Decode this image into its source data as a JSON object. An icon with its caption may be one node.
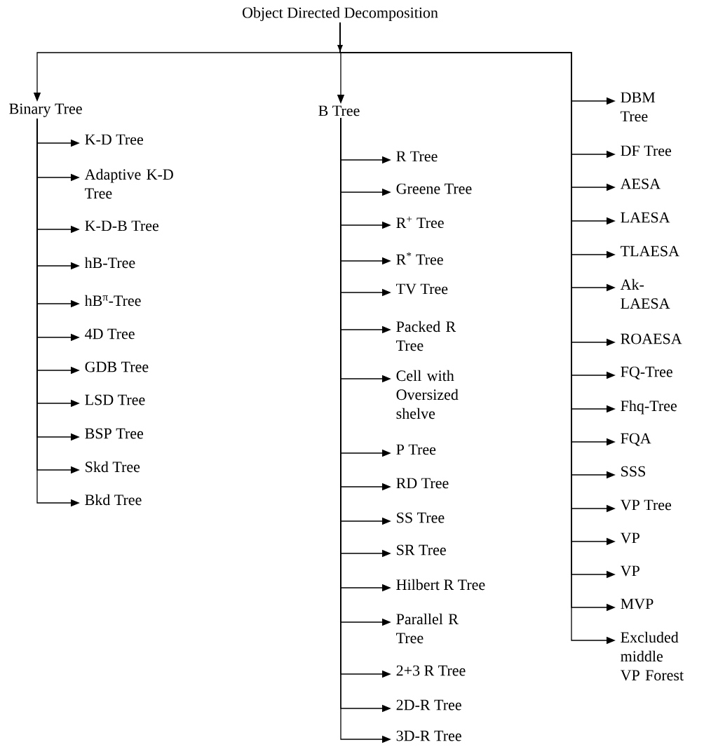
{
  "diagram": {
    "nodes": [
      {
        "text": [
          "Object Directed Decomposition"
        ]
      },
      {
        "text": [
          "Binary Tree"
        ]
      },
      {
        "text": [
          "B Tree"
        ]
      },
      {
        "text": [
          "K-D Tree"
        ]
      },
      {
        "text": [
          "Adaptive K-D Tree"
        ]
      },
      {
        "text": [
          "K-D-B Tree"
        ]
      },
      {
        "text": [
          "hB-Tree"
        ]
      },
      {
        "text": [
          "hB$^{π}$-Tree"
        ]
      },
      {
        "text": [
          "4D Tree"
        ]
      },
      {
        "text": [
          "GDB Tree"
        ]
      },
      {
        "text": [
          "LSD Tree"
        ]
      },
      {
        "text": [
          "BSP Tree"
        ]
      },
      {
        "text": [
          "Skd Tree"
        ]
      },
      {
        "text": [
          "Bkd Tree"
        ]
      },
      {
        "text": [
          "R Tree"
        ]
      },
      {
        "text": [
          "Greene Tree"
        ]
      },
      {
        "text": [
          "R$^{+}$ Tree"
        ]
      },
      {
        "text": [
          "R$^{*}$ Tree"
        ]
      },
      {
        "text": [
          "TV Tree"
        ]
      },
      {
        "text": [
          "Packed R Tree"
        ]
      },
      {
        "text": [
          "Cell with Oversized shelve"
        ]
      },
      {
        "text": [
          "P Tree"
        ]
      },
      {
        "text": [
          "RD Tree"
        ]
      },
      {
        "text": [
          "SS Tree"
        ]
      },
      {
        "text": [
          "SR Tree"
        ]
      },
      {
        "text": [
          "Hilbert R Tree"
        ]
      },
      {
        "text": [
          "Parallel R Tree"
        ]
      },
      {
        "text": [
          "2+3 R Tree"
        ]
      },
      {
        "text": [
          "2D-R Tree"
        ]
      },
      {
        "text": [
          "3D-R Tree"
        ]
      },
      {
        "text": [
          "DBM Tree"
        ]
      },
      {
        "text": [
          "DF Tree"
        ]
      },
      {
        "text": [
          "AESA"
        ]
      },
      {
        "text": [
          "LAESA"
        ]
      },
      {
        "text": [
          "TLAESA"
        ]
      },
      {
        "text": [
          "Ak- LAESA"
        ]
      },
      {
        "text": [
          "ROAESA"
        ]
      },
      {
        "text": [
          "FQ-Tree"
        ]
      },
      {
        "text": [
          "Fhq-Tree"
        ]
      },
      {
        "text": [
          "FQA"
        ]
      },
      {
        "text": [
          "SSS"
        ]
      },
      {
        "text": [
          "VP Tree"
        ]
      },
      {
        "text": [
          "VP"
        ]
      },
      {
        "text": [
          "VP"
        ]
      },
      {
        "text": [
          "MVP"
        ]
      },
      {
        "text": [
          "Excluded middle VP Forest"
        ]
      }
    ],
    "edges": [
      {
        "from": 0,
        "to": 1,
        "arrow": "to"
      },
      {
        "from": 0,
        "to": 2,
        "arrow": "to"
      },
      {
        "from": 1,
        "to": 3,
        "arrow": "to"
      },
      {
        "from": 1,
        "to": 4,
        "arrow": "to"
      },
      {
        "from": 1,
        "to": 5,
        "arrow": "to"
      },
      {
        "from": 1,
        "to": 6,
        "arrow": "to"
      },
      {
        "from": 1,
        "to": 7,
        "arrow": "to"
      },
      {
        "from": 1,
        "to": 8,
        "arrow": "to"
      },
      {
        "from": 1,
        "to": 9,
        "arrow": "to"
      },
      {
        "from": 1,
        "to": 10,
        "arrow": "to"
      },
      {
        "from": 1,
        "to": 11,
        "arrow": "to"
      },
      {
        "from": 1,
        "to": 12,
        "arrow": "to"
      },
      {
        "from": 1,
        "to": 13,
        "arrow": "to"
      },
      {
        "from": 2,
        "to": 14,
        "arrow": "to"
      },
      {
        "from": 2,
        "to": 15,
        "arrow": "to"
      },
      {
        "from": 2,
        "to": 16,
        "arrow": "to"
      },
      {
        "from": 2,
        "to": 17,
        "arrow": "to"
      },
      {
        "from": 2,
        "to": 18,
        "arrow": "to"
      },
      {
        "from": 2,
        "to": 19,
        "arrow": "to"
      },
      {
        "from": 2,
        "to": 20,
        "arrow": "to"
      },
      {
        "from": 2,
        "to": 21,
        "arrow": "to"
      },
      {
        "from": 2,
        "to": 22,
        "arrow": "to"
      },
      {
        "from": 2,
        "to": 23,
        "arrow": "to"
      },
      {
        "from": 2,
        "to": 24,
        "arrow": "to"
      },
      {
        "from": 2,
        "to": 25,
        "arrow": "to"
      },
      {
        "from": 2,
        "to": 26,
        "arrow": "to"
      },
      {
        "from": 2,
        "to": 27,
        "arrow": "to"
      },
      {
        "from": 2,
        "to": 28,
        "arrow": "to"
      },
      {
        "from": 2,
        "to": 29,
        "arrow": "to"
      },
      {
        "from": 0,
        "to": 30,
        "arrow": "to"
      },
      {
        "from": 0,
        "to": 31,
        "arrow": "to"
      },
      {
        "from": 0,
        "to": 32,
        "arrow": "to"
      },
      {
        "from": 0,
        "to": 33,
        "arrow": "to"
      },
      {
        "from": 0,
        "to": 34,
        "arrow": "to"
      },
      {
        "from": 0,
        "to": 35,
        "arrow": "to"
      },
      {
        "from": 0,
        "to": 36,
        "arrow": "to"
      },
      {
        "from": 0,
        "to": 37,
        "arrow": "to"
      },
      {
        "from": 0,
        "to": 38,
        "arrow": "to"
      },
      {
        "from": 0,
        "to": 39,
        "arrow": "to"
      },
      {
        "from": 0,
        "to": 40,
        "arrow": "to"
      },
      {
        "from": 0,
        "to": 41,
        "arrow": "to"
      },
      {
        "from": 0,
        "to": 42,
        "arrow": "to"
      },
      {
        "from": 0,
        "to": 43,
        "arrow": "to"
      },
      {
        "from": 0,
        "to": 44,
        "arrow": "to"
      },
      {
        "from": 0,
        "to": 45,
        "arrow": "to"
      }
    ]
  }
}
